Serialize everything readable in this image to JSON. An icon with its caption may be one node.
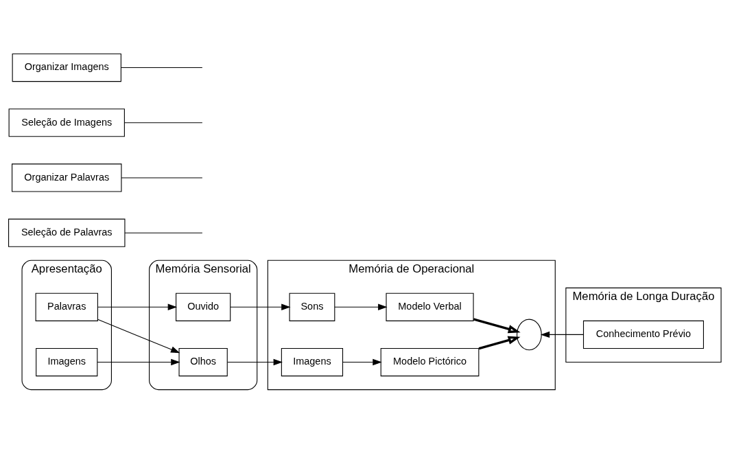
{
  "diagram": {
    "nodes": [
      {
        "text": [
          "Apresentação"
        ]
      },
      {
        "text": [
          "Palavras"
        ],
        "in": 0
      },
      {
        "text": [
          "Imagens"
        ],
        "in": 0
      },
      {
        "text": [
          "Memória Sensorial"
        ]
      },
      {
        "text": [
          "Ouvido"
        ],
        "in": 3
      },
      {
        "text": [
          "Olhos"
        ],
        "in": 3
      },
      {
        "text": [
          "Memória de Operacional"
        ]
      },
      {
        "text": [
          "Sons"
        ],
        "in": 6
      },
      {
        "text": [
          "Imagens"
        ],
        "in": 6
      },
      {
        "text": [
          "Modelo Verbal"
        ],
        "in": 6
      },
      {
        "text": [
          "Modelo Pictórico"
        ],
        "in": 6
      },
      {
        "text": [],
        "shape": "circle",
        "in": 6
      },
      {
        "text": [
          "Memória de Longa Duração"
        ]
      },
      {
        "text": [
          "Conhecimento Prévio"
        ],
        "in": 12
      },
      {
        "text": [
          "Seleção de Palavras"
        ]
      },
      {
        "text": [
          "Organizar Palavras"
        ]
      },
      {
        "text": [
          "Seleção de Imagens"
        ]
      },
      {
        "text": [
          "Organizar Imagens"
        ]
      }
    ],
    "edges": [
      {
        "from": 1,
        "to": 4,
        "arrow": "to"
      },
      {
        "from": 1,
        "to": 5,
        "arrow": "to"
      },
      {
        "from": 2,
        "to": 5,
        "arrow": "to"
      },
      {
        "from": 4,
        "to": 7,
        "arrow": "to"
      },
      {
        "from": 5,
        "to": 8,
        "arrow": "to"
      },
      {
        "from": 7,
        "to": 9,
        "arrow": "to"
      },
      {
        "from": 8,
        "to": 10,
        "arrow": "to"
      },
      {
        "from": 9,
        "to": 11,
        "arrow": "to",
        "style": "thick"
      },
      {
        "from": 10,
        "to": 11,
        "arrow": "to",
        "style": "thick"
      },
      {
        "from": 13,
        "to": 11,
        "arrow": "to"
      },
      {
        "from": 14,
        "to": null,
        "arrow": "none"
      },
      {
        "from": 15,
        "to": null,
        "arrow": "none"
      },
      {
        "from": 16,
        "to": null,
        "arrow": "none"
      },
      {
        "from": 17,
        "to": null,
        "arrow": "none"
      }
    ]
  }
}
